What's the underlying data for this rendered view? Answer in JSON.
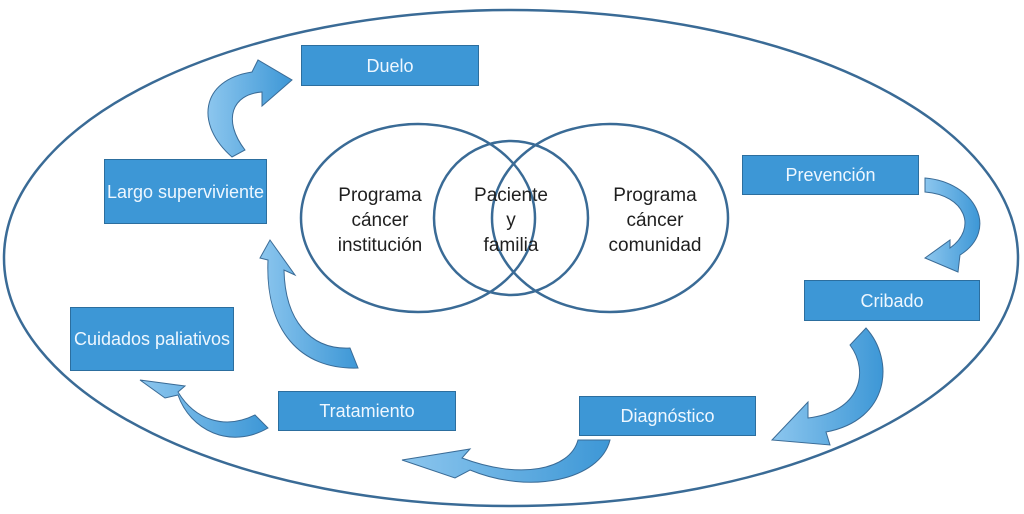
{
  "diagram": {
    "stages": [
      {
        "id": "prevencion",
        "label": "Prevención"
      },
      {
        "id": "cribado",
        "label": "Cribado"
      },
      {
        "id": "diagnostico",
        "label": "Diagnóstico"
      },
      {
        "id": "tratamiento",
        "label": "Tratamiento"
      },
      {
        "id": "cuidados-paliativos",
        "label": "Cuidados paliativos"
      },
      {
        "id": "largo-superviviente",
        "label": "Largo superviviente"
      },
      {
        "id": "duelo",
        "label": "Duelo"
      }
    ],
    "venn": {
      "left": {
        "line1": "Programa",
        "line2": "cáncer",
        "line3": "institución"
      },
      "center": {
        "line1": "Paciente",
        "line2": "y",
        "line3": "familia"
      },
      "right": {
        "line1": "Programa",
        "line2": "cáncer",
        "line3": "comunidad"
      }
    },
    "flow": [
      {
        "from": "Prevención",
        "to": "Cribado"
      },
      {
        "from": "Cribado",
        "to": "Diagnóstico"
      },
      {
        "from": "Diagnóstico",
        "to": "Tratamiento"
      },
      {
        "from": "Tratamiento",
        "to": "Cuidados paliativos"
      },
      {
        "from": "Tratamiento",
        "to": "Largo superviviente"
      },
      {
        "from": "Largo superviviente",
        "to": "Duelo"
      }
    ],
    "colors": {
      "box_fill": "#3d97d6",
      "box_border": "#2c6e9e",
      "box_text": "#eef7ff",
      "outline": "#3a6b96",
      "arrow_light": "#7cbce8",
      "arrow_dark": "#3d97d6"
    }
  }
}
